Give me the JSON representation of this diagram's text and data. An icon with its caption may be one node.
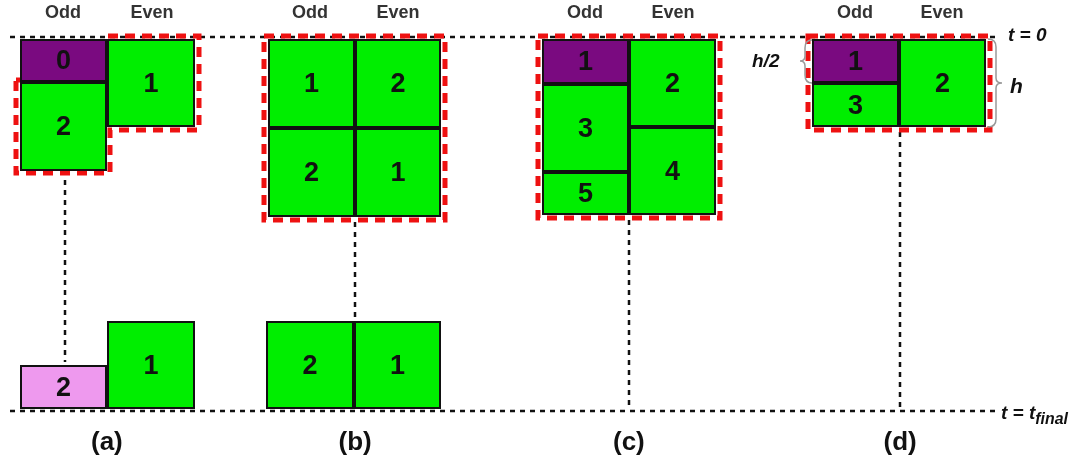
{
  "diagram": {
    "nodes": [
      {
        "text": [
          "0"
        ]
      },
      {
        "text": [
          "1"
        ]
      },
      {
        "text": [
          "2"
        ]
      },
      {
        "text": [
          "2"
        ]
      },
      {
        "text": [
          "1"
        ]
      },
      {
        "text": [
          "1"
        ]
      },
      {
        "text": [
          "2"
        ]
      },
      {
        "text": [
          "2"
        ]
      },
      {
        "text": [
          "1"
        ]
      },
      {
        "text": [
          "2"
        ]
      },
      {
        "text": [
          "1"
        ]
      },
      {
        "text": [
          "1"
        ]
      },
      {
        "text": [
          "2"
        ]
      },
      {
        "text": [
          "3"
        ]
      },
      {
        "text": [
          "4"
        ]
      },
      {
        "text": [
          "5"
        ]
      },
      {
        "text": [
          "1"
        ]
      },
      {
        "text": [
          "2"
        ]
      },
      {
        "text": [
          "3"
        ]
      }
    ],
    "labels": [
      "Odd",
      "Even",
      "Odd",
      "Even",
      "Odd",
      "Even",
      "Odd",
      "Even",
      "t = 0",
      "h/2",
      "h",
      "t = t$_{final}$",
      "(a)",
      "(b)",
      "(c)",
      "(d)"
    ]
  }
}
